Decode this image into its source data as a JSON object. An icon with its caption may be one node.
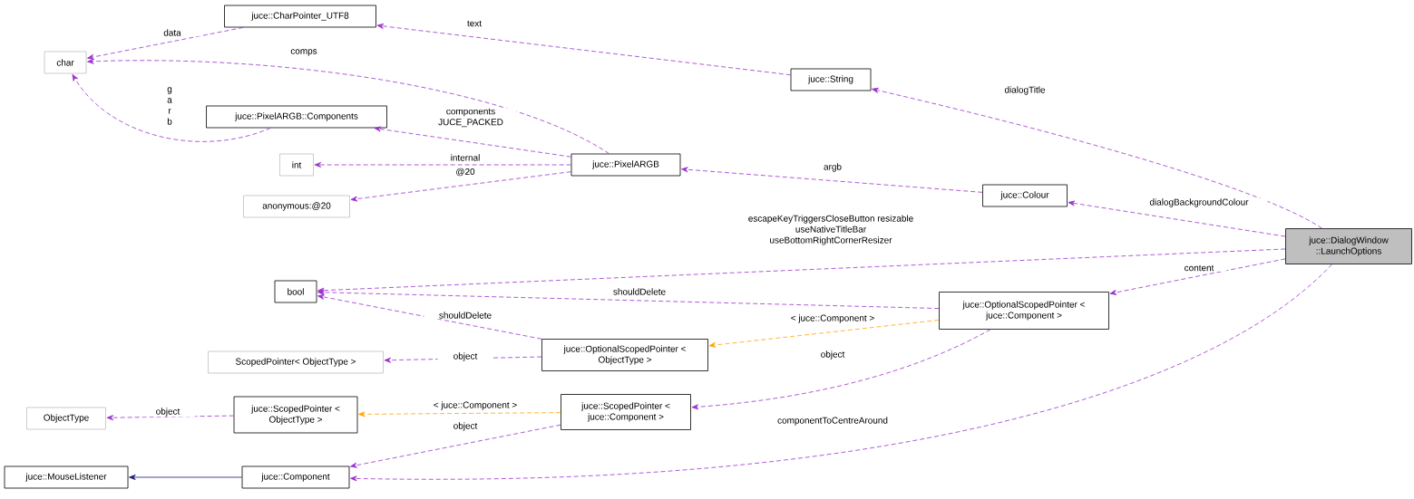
{
  "diagram": {
    "nodes": [
      {
        "text": [
          "juce::CharPointer_UTF8"
        ]
      },
      {
        "text": [
          "char"
        ]
      },
      {
        "text": [
          "juce::String"
        ]
      },
      {
        "text": [
          "juce::PixelARGB::Components"
        ]
      },
      {
        "text": [
          "int"
        ]
      },
      {
        "text": [
          "juce::PixelARGB"
        ]
      },
      {
        "text": [
          "anonymous:@20"
        ]
      },
      {
        "text": [
          "juce::Colour"
        ]
      },
      {
        "text": [
          "juce::DialogWindow ::LaunchOptions"
        ]
      },
      {
        "text": [
          "bool"
        ]
      },
      {
        "text": [
          "juce::OptionalScopedPointer < juce::Component >"
        ]
      },
      {
        "text": [
          "ScopedPointer< ObjectType >"
        ]
      },
      {
        "text": [
          "juce::OptionalScopedPointer < ObjectType >"
        ]
      },
      {
        "text": [
          "ObjectType"
        ]
      },
      {
        "text": [
          "juce::ScopedPointer < ObjectType >"
        ]
      },
      {
        "text": [
          "juce::ScopedPointer < juce::Component >"
        ]
      },
      {
        "text": [
          "juce::MouseListener"
        ]
      },
      {
        "text": [
          "juce::Component"
        ]
      }
    ],
    "edges": [
      {
        "from": 0,
        "to": 1,
        "arrow": "to",
        "label": "data",
        "style": "dashed"
      },
      {
        "from": 2,
        "to": 0,
        "arrow": "to",
        "label": "text",
        "style": "dashed"
      },
      {
        "from": 5,
        "to": 1,
        "arrow": "to",
        "label": "comps",
        "style": "dashed"
      },
      {
        "from": 3,
        "to": 1,
        "arrow": "to",
        "label": "g a r b",
        "style": "dashed"
      },
      {
        "from": 5,
        "to": 3,
        "arrow": "to",
        "label": "components JUCE_PACKED",
        "style": "dashed"
      },
      {
        "from": 5,
        "to": 4,
        "arrow": "to",
        "label": "internal",
        "style": "dashed"
      },
      {
        "from": 5,
        "to": 6,
        "arrow": "to",
        "label": "@20",
        "style": "dashed"
      },
      {
        "from": 7,
        "to": 5,
        "arrow": "to",
        "label": "argb",
        "style": "dashed"
      },
      {
        "from": 8,
        "to": 2,
        "arrow": "to",
        "label": "dialogTitle",
        "style": "dashed"
      },
      {
        "from": 8,
        "to": 7,
        "arrow": "to",
        "label": "dialogBackgroundColour",
        "style": "dashed"
      },
      {
        "from": 8,
        "to": 9,
        "arrow": "to",
        "label": "escapeKeyTriggersCloseButton resizable useNativeTitleBar useBottomRightCornerResizer",
        "style": "dashed"
      },
      {
        "from": 8,
        "to": 10,
        "arrow": "to",
        "label": "content",
        "style": "dashed"
      },
      {
        "from": 8,
        "to": 17,
        "arrow": "to",
        "label": "componentToCentreAround",
        "style": "dashed"
      },
      {
        "from": 10,
        "to": 9,
        "arrow": "to",
        "label": "shouldDelete",
        "style": "dashed"
      },
      {
        "from": 10,
        "to": 12,
        "arrow": "to",
        "label": "< juce::Component >",
        "style": "dashed",
        "color": "#ffa500"
      },
      {
        "from": 10,
        "to": 15,
        "arrow": "to",
        "label": "object",
        "style": "dashed"
      },
      {
        "from": 12,
        "to": 9,
        "arrow": "to",
        "label": "shouldDelete",
        "style": "dashed"
      },
      {
        "from": 12,
        "to": 11,
        "arrow": "to",
        "label": "object",
        "style": "dashed"
      },
      {
        "from": 15,
        "to": 14,
        "arrow": "to",
        "label": "< juce::Component >",
        "style": "dashed",
        "color": "#ffa500"
      },
      {
        "from": 15,
        "to": 17,
        "arrow": "to",
        "label": "object",
        "style": "dashed"
      },
      {
        "from": 14,
        "to": 13,
        "arrow": "to",
        "label": "object",
        "style": "dashed"
      },
      {
        "from": 17,
        "to": 16,
        "arrow": "to",
        "color": "#191970"
      }
    ]
  }
}
